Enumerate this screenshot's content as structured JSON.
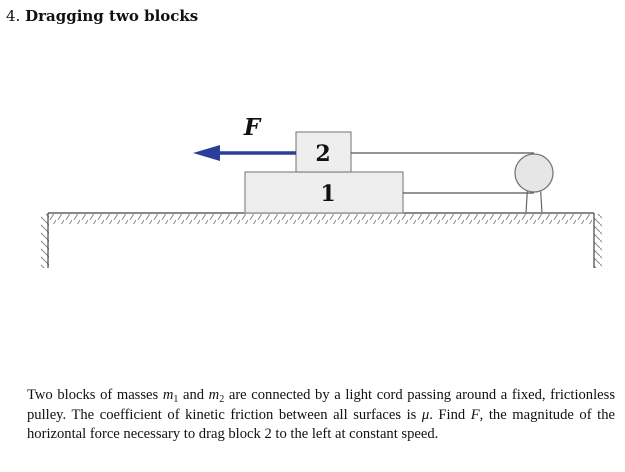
{
  "problem": {
    "number": "4.",
    "title": "Dragging two blocks"
  },
  "figure": {
    "force_label": "F",
    "block_top_label": "2",
    "block_bottom_label": "1"
  },
  "text": {
    "p1": "Two blocks of masses ",
    "m": "m",
    "sub1": "1",
    "p2": " and ",
    "sub2": "2",
    "p3": " are connected by a light cord passing around a fixed, frictionless pulley. The coefficient of kinetic friction between all surfaces is ",
    "mu": "μ",
    "p4": ". Find ",
    "F": "F",
    "p5": ", the magnitude of the horizontal force necessary to drag block 2 to the left at constant speed."
  }
}
